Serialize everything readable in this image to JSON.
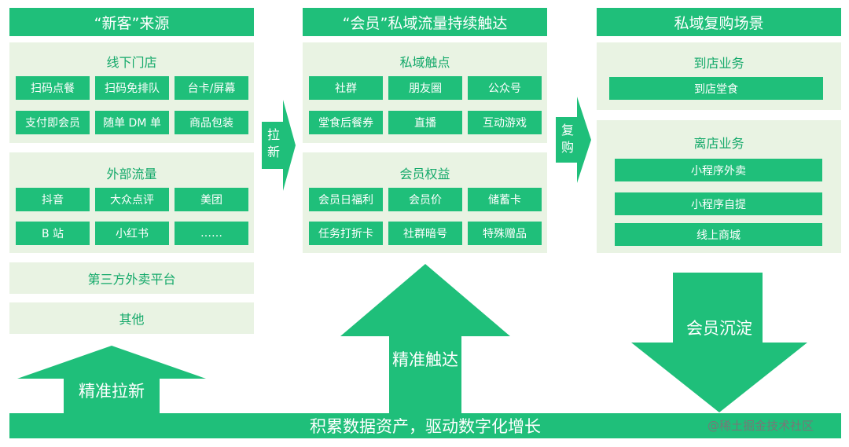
{
  "columns": [
    {
      "header": "“新客”来源",
      "panels": [
        {
          "title": "线下门店",
          "items": [
            "扫码点餐",
            "扫码免排队",
            "台卡/屏幕",
            "支付即会员",
            "随单 DM 单",
            "商品包装"
          ]
        },
        {
          "title": "外部流量",
          "items": [
            "抖音",
            "大众点评",
            "美团",
            "B 站",
            "小红书",
            "……"
          ]
        }
      ],
      "bars": [
        "第三方外卖平台",
        "其他"
      ]
    },
    {
      "header": "“会员”私域流量持续触达",
      "panels": [
        {
          "title": "私域触点",
          "items": [
            "社群",
            "朋友圈",
            "公众号",
            "堂食后餐券",
            "直播",
            "互动游戏"
          ]
        },
        {
          "title": "会员权益",
          "items": [
            "会员日福利",
            "会员价",
            "储蓄卡",
            "任务打折卡",
            "社群暗号",
            "特殊赠品"
          ]
        }
      ]
    },
    {
      "header": "私域复购场景",
      "panels": [
        {
          "title": "到店业务",
          "items": [
            "到店堂食"
          ]
        },
        {
          "title": "离店业务",
          "items": [
            "小程序外卖",
            "小程序自提",
            "线上商城"
          ]
        }
      ]
    }
  ],
  "connectors": {
    "pull_new": "拉新",
    "repurchase": "复购"
  },
  "arrows": {
    "precise_pull": "精准拉新",
    "precise_reach": "精准触达",
    "member_settle": "会员沉淀"
  },
  "bottom_bar": "积累数据资产，驱动数字化增长",
  "watermark": "@稀土掘金技术社区",
  "colors": {
    "primary": "#1fbf7a",
    "panel": "#e9f3e3",
    "title_text": "#14a96a"
  }
}
